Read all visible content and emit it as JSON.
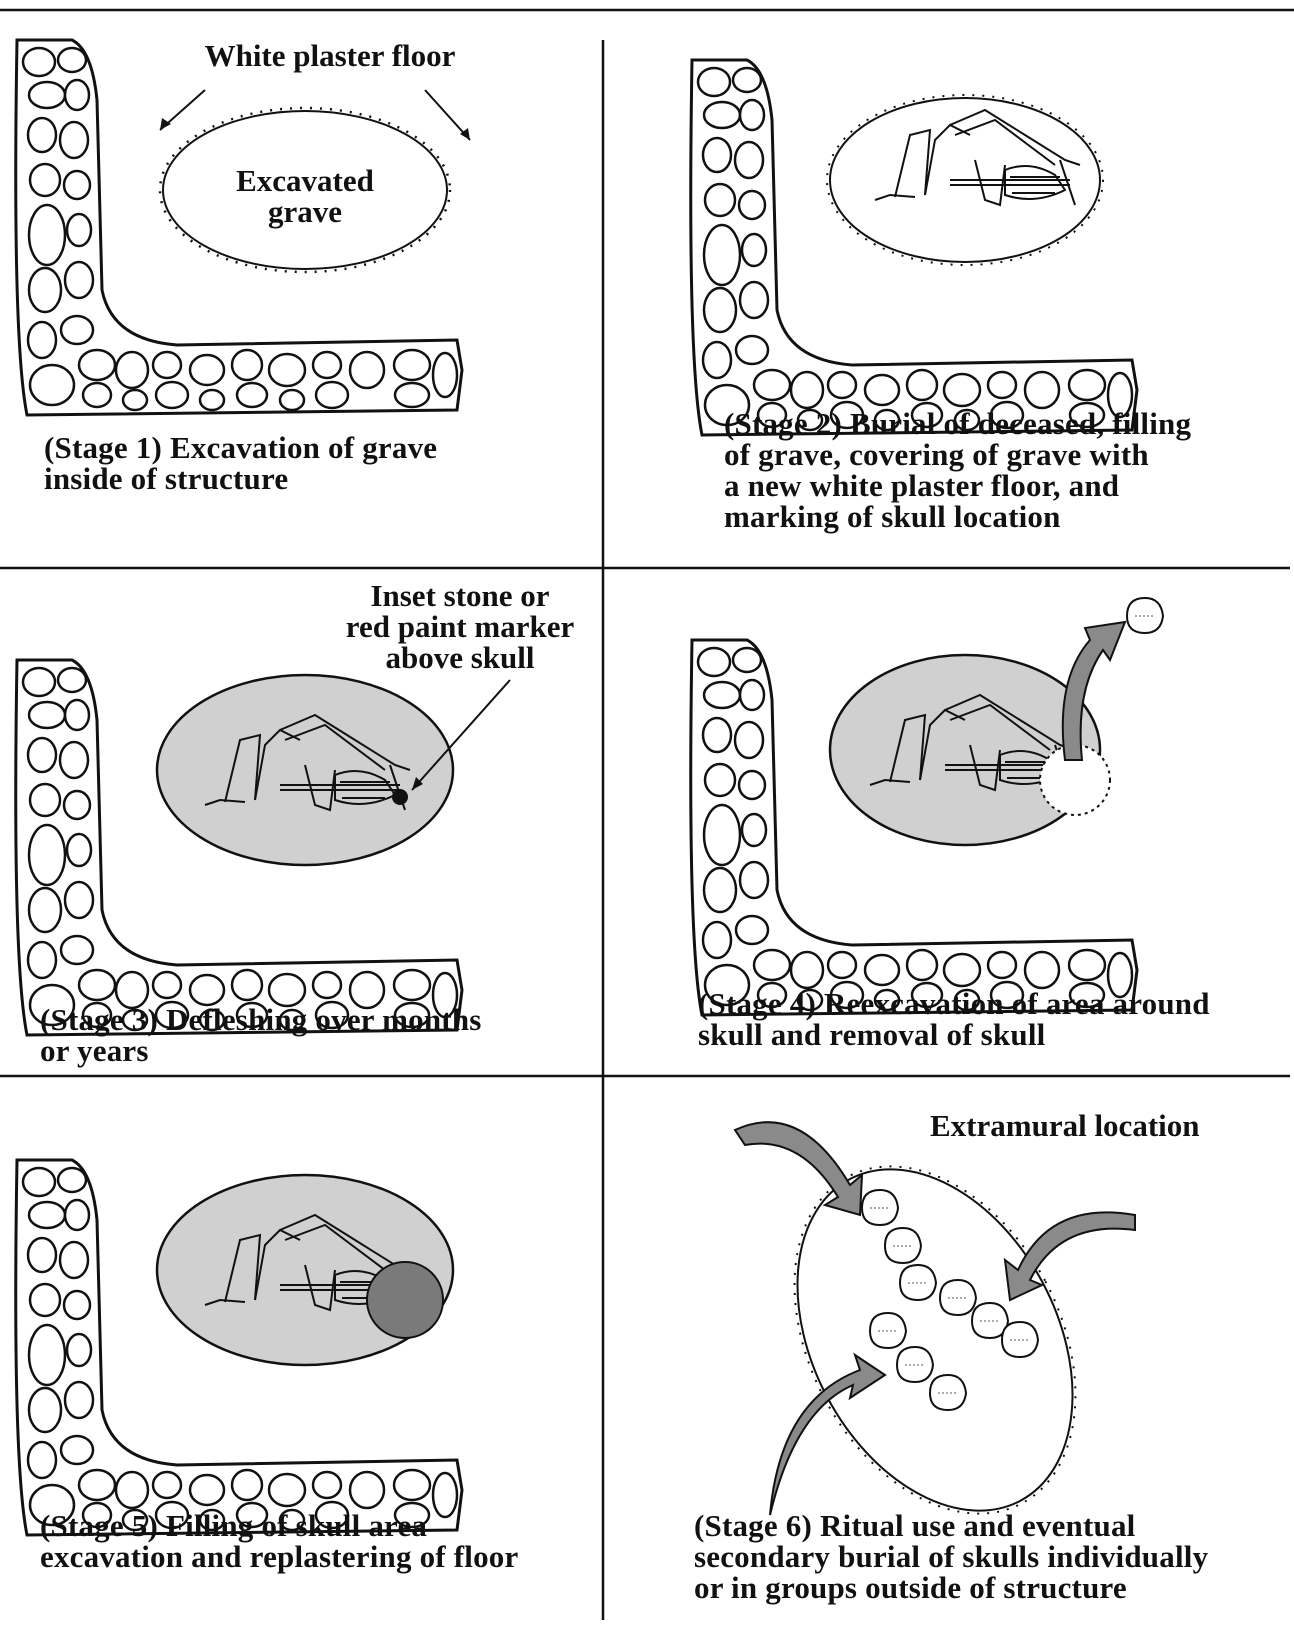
{
  "panels": {
    "stage1": {
      "caption": "(Stage 1) Excavation of grave\ninside of structure",
      "floor_label": "White plaster floor",
      "grave_label": "Excavated\ngrave"
    },
    "stage2": {
      "caption": "(Stage 2) Burial of deceased, filling\nof grave, covering of grave with\na new white plaster floor, and\nmarking of skull location"
    },
    "stage3": {
      "caption": "(Stage 3) Defleshing over months\nor years",
      "marker_label": "Inset stone or\nred paint marker\nabove skull"
    },
    "stage4": {
      "caption": "(Stage 4) Reexcavation of area around\nskull and removal of skull"
    },
    "stage5": {
      "caption": "(Stage 5) Filling of skull area\nexcavation and replastering of floor"
    },
    "stage6": {
      "caption": "(Stage 6) Ritual use and eventual\nsecondary burial of skulls individually\nor in groups outside of structure",
      "location_label": "Extramural location"
    }
  },
  "colors": {
    "ink": "#111111",
    "grave_fill": "#d0d0d0",
    "skull_fill": "#7a7a7a",
    "arrow_fill": "#8a8a8a"
  }
}
